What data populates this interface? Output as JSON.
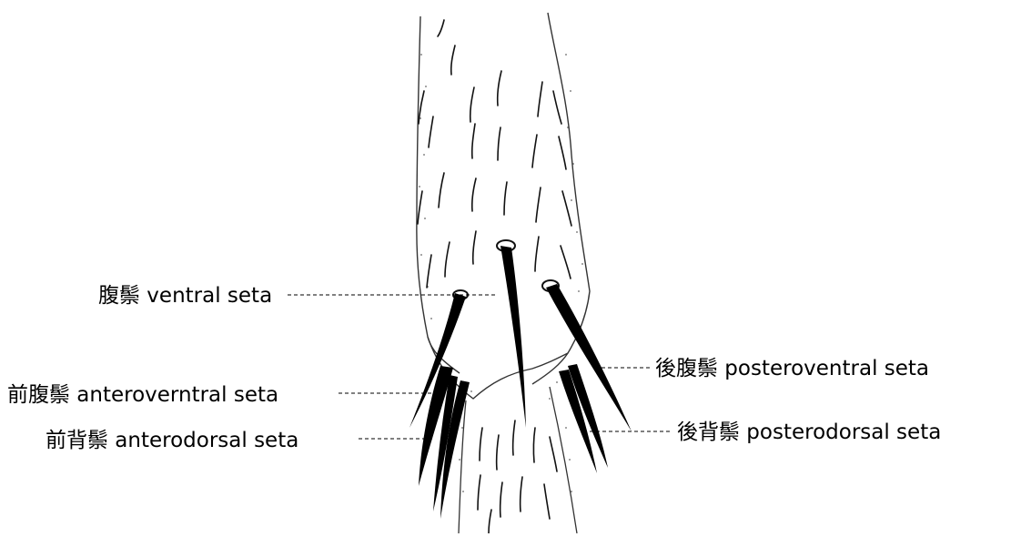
{
  "labels": {
    "ventral": "腹鬃 ventral seta",
    "anteroventral": "前腹鬃 anteroverntral seta",
    "anterodorsal": "前背鬃 anterodorsal seta",
    "posteroventral": "後腹鬃 posteroventral seta",
    "posterodorsal": "後背鬃 posterodorsal seta"
  },
  "colors": {
    "ink": "#000000",
    "outline": "#333333",
    "stipple": "#777777",
    "background": "#ffffff"
  }
}
